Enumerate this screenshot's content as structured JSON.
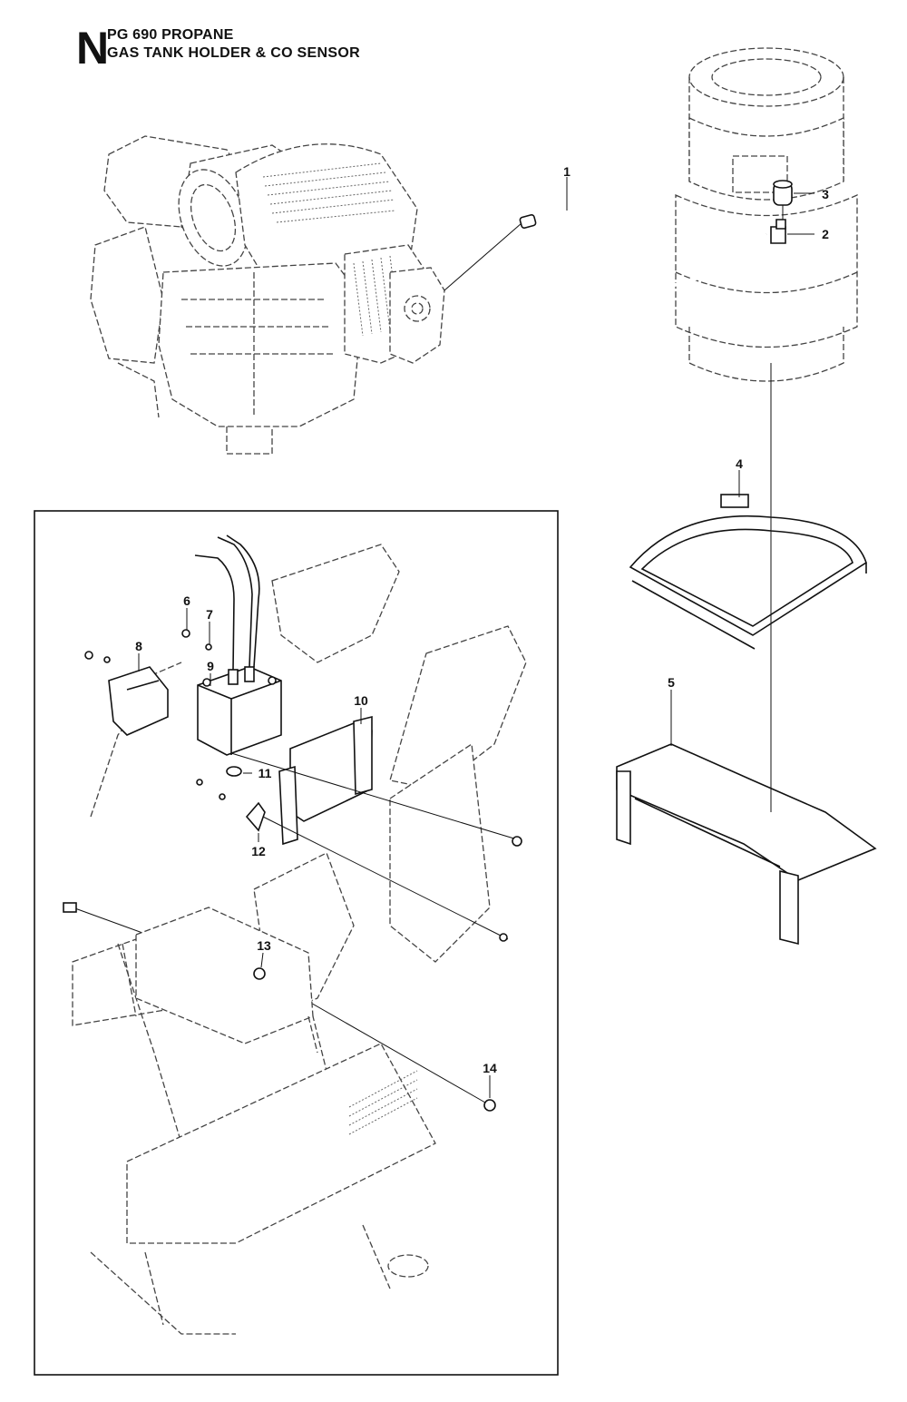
{
  "header": {
    "section_letter": "N",
    "title": "PG 690 PROPANE",
    "subtitle": "GAS TANK HOLDER & CO SENSOR"
  },
  "callouts": [
    {
      "id": "1",
      "label": "1"
    },
    {
      "id": "2",
      "label": "2"
    },
    {
      "id": "3",
      "label": "3"
    },
    {
      "id": "4",
      "label": "4"
    },
    {
      "id": "5",
      "label": "5"
    },
    {
      "id": "6",
      "label": "6"
    },
    {
      "id": "7",
      "label": "7"
    },
    {
      "id": "8",
      "label": "8"
    },
    {
      "id": "9",
      "label": "9"
    },
    {
      "id": "10",
      "label": "10"
    },
    {
      "id": "11",
      "label": "11"
    },
    {
      "id": "12",
      "label": "12"
    },
    {
      "id": "13",
      "label": "13"
    },
    {
      "id": "14",
      "label": "14"
    }
  ]
}
